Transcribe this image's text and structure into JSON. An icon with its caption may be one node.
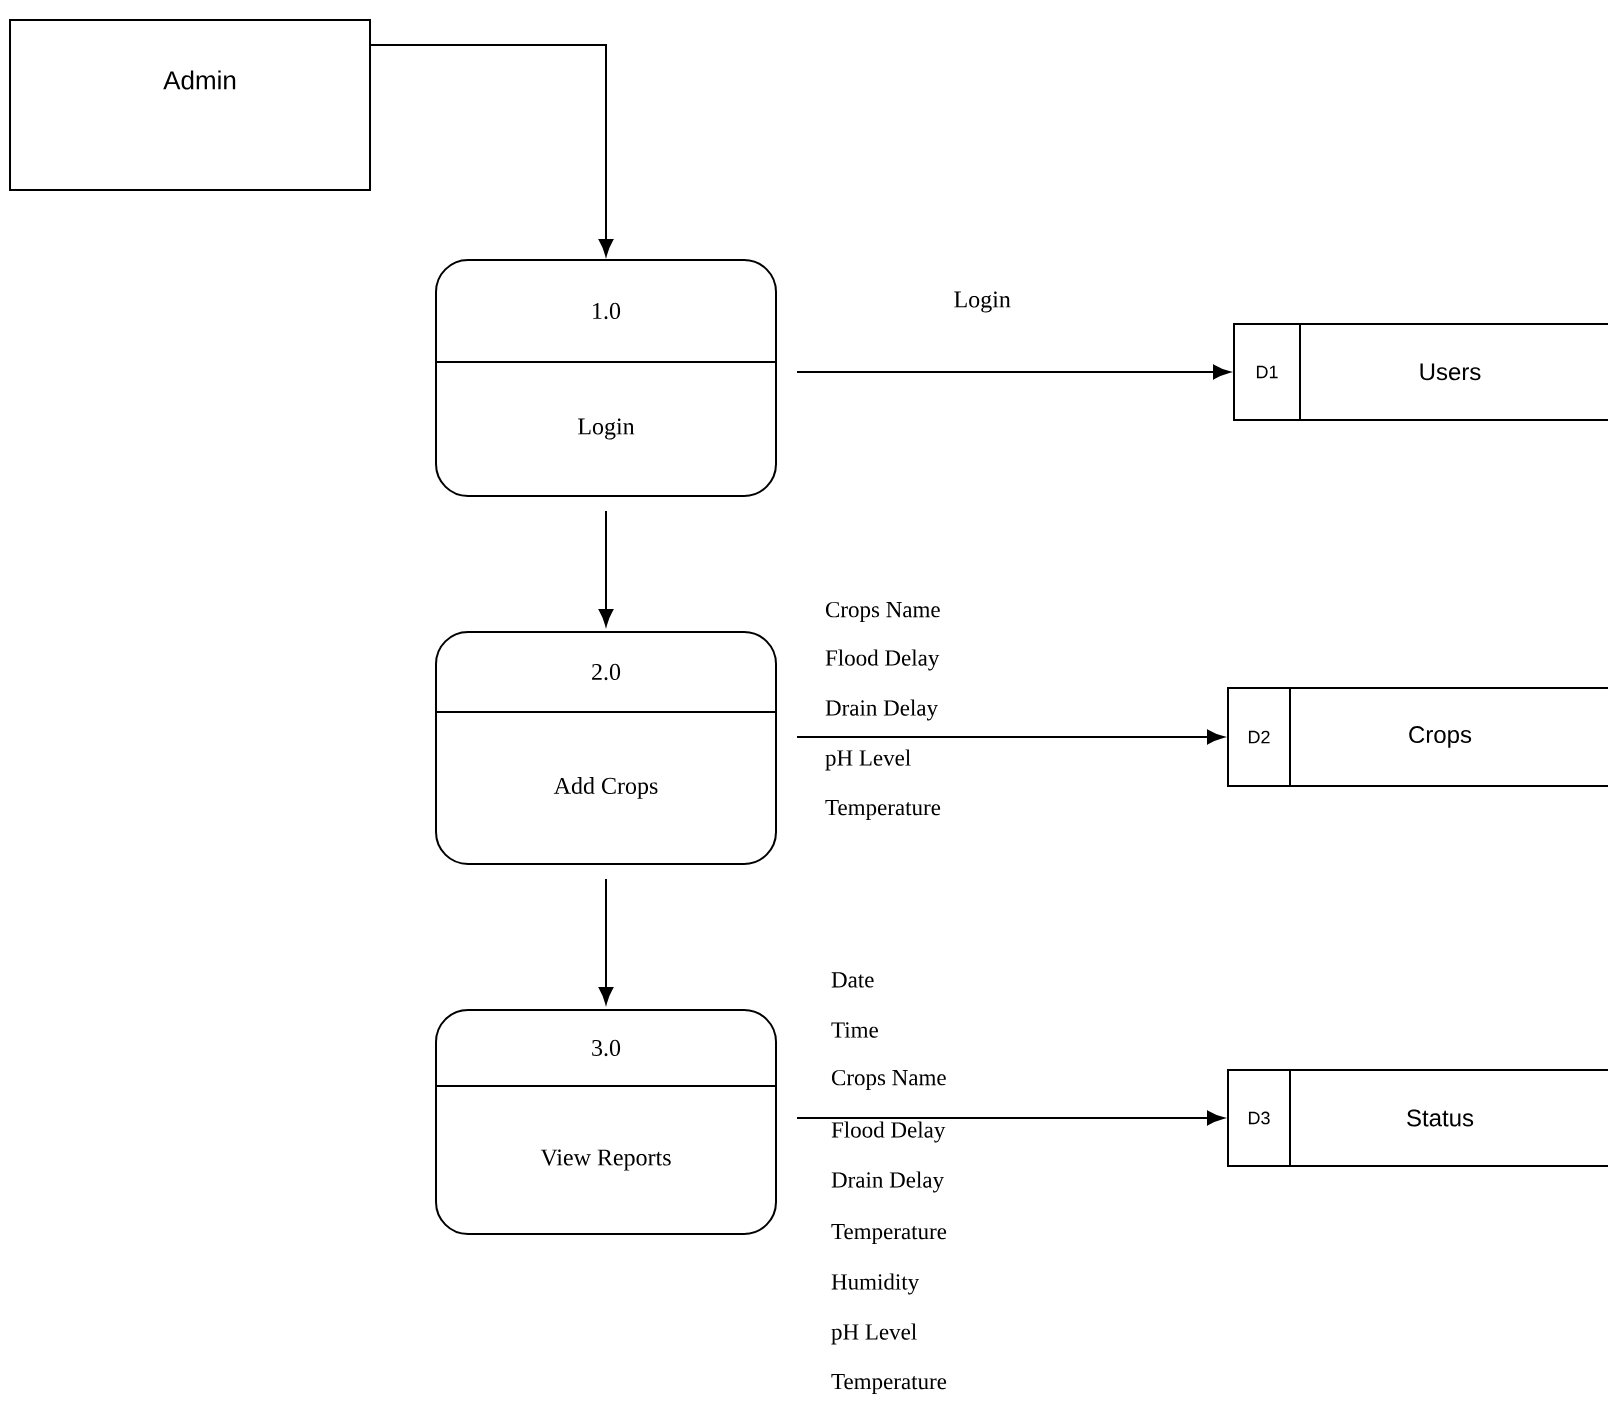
{
  "diagram": {
    "nodes": [
      {
        "text": [
          "Admin"
        ]
      },
      {
        "text": [
          "1.0",
          "Login"
        ]
      },
      {
        "text": [
          "D1",
          "Users"
        ]
      },
      {
        "text": [
          "2.0",
          "Add Crops"
        ]
      },
      {
        "text": [
          "D2",
          "Crops"
        ]
      },
      {
        "text": [
          "3.0",
          "View Reports"
        ]
      },
      {
        "text": [
          "D3",
          "Status"
        ]
      }
    ],
    "edges": [
      {
        "from": 0,
        "to": 1,
        "arrow": "to"
      },
      {
        "from": 1,
        "to": 2,
        "arrow": "to",
        "label": "Login"
      },
      {
        "from": 1,
        "to": 3,
        "arrow": "to"
      },
      {
        "from": 3,
        "to": 4,
        "arrow": "to"
      },
      {
        "from": 3,
        "to": 5,
        "arrow": "to"
      },
      {
        "from": 5,
        "to": 6,
        "arrow": "to"
      }
    ],
    "labels": [
      "Crops Name",
      "Flood Delay",
      "Drain Delay",
      "pH Level",
      "Temperature",
      "Date",
      "Time",
      "Crops Name",
      "Flood Delay",
      "Drain Delay",
      "Temperature",
      "Humidity",
      "pH Level",
      "Temperature"
    ]
  }
}
